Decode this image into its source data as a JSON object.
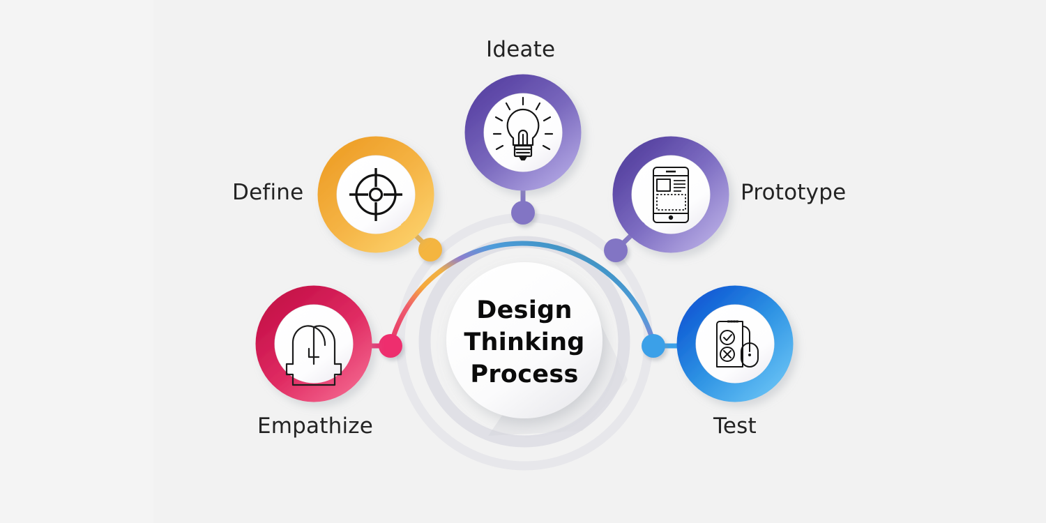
{
  "diagram": {
    "title_lines": [
      "Design",
      "Thinking",
      "Process"
    ],
    "title_full": "Design Thinking Process",
    "background_color": "#f2f2f2",
    "label_color": "#232323",
    "title_color": "#0b0b0b",
    "arc": {
      "gradient_stops": [
        "#e8416a",
        "#f0a63c",
        "#f5b340",
        "#7d6cc0",
        "#8a79cc",
        "#3f9ede",
        "#5a8fa8"
      ],
      "stroke_width": 7
    },
    "stages": [
      {
        "id": "empathize",
        "label": "Empathize",
        "icon": "two-heads-icon",
        "ring_color_start": "#c8134b",
        "ring_color_end": "#ef4f7e",
        "node_color": "#ee2d6e",
        "order": 1
      },
      {
        "id": "define",
        "label": "Define",
        "icon": "crosshair-target-icon",
        "ring_color_start": "#f0a52f",
        "ring_color_end": "#fbc95e",
        "node_color": "#f4b53f",
        "order": 2
      },
      {
        "id": "ideate",
        "label": "Ideate",
        "icon": "lightbulb-icon",
        "ring_color_start": "#5f4aa8",
        "ring_color_end": "#a398d8",
        "node_color": "#8275c4",
        "order": 3
      },
      {
        "id": "prototype",
        "label": "Prototype",
        "icon": "smartphone-wireframe-icon",
        "ring_color_start": "#5d4aa6",
        "ring_color_end": "#a79bdb",
        "node_color": "#8275c4",
        "order": 4
      },
      {
        "id": "test",
        "label": "Test",
        "icon": "checklist-mouse-icon",
        "ring_color_start": "#1565d8",
        "ring_color_end": "#58b7f0",
        "node_color": "#3aa0e8",
        "order": 5
      }
    ]
  }
}
